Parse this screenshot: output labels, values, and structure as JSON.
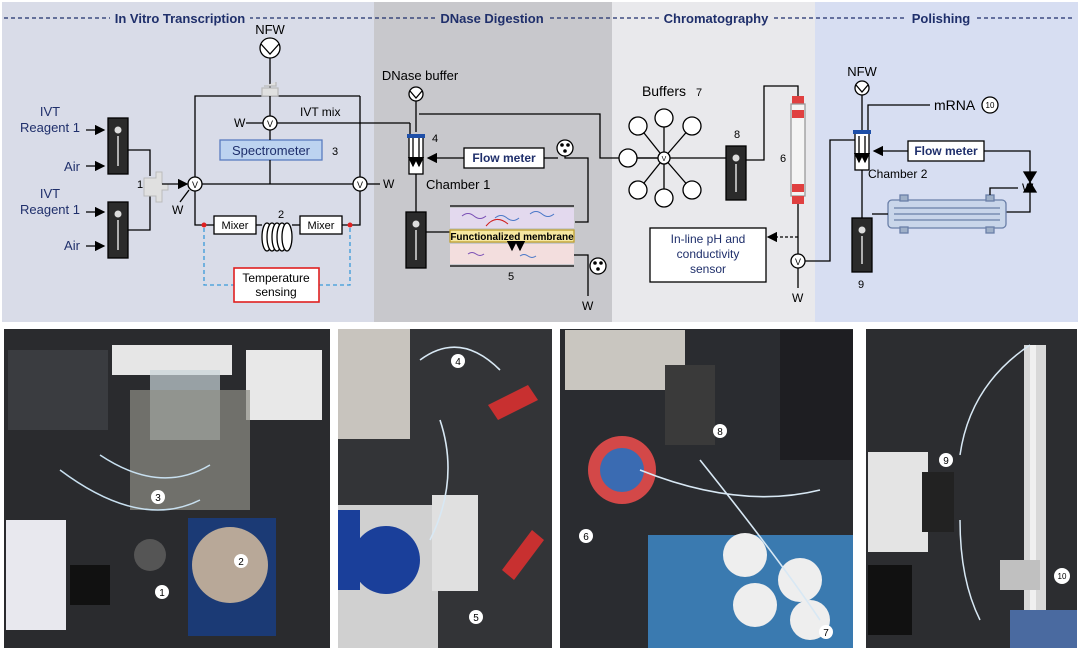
{
  "sections": [
    {
      "title": "In Vitro Transcription",
      "color": "#d9dce8"
    },
    {
      "title": "DNase Digestion",
      "color": "#c8c8cc"
    },
    {
      "title": "Chromatography",
      "color": "#e9e9ec"
    },
    {
      "title": "Polishing",
      "color": "#d7def2"
    }
  ],
  "labels": {
    "nfw": "NFW",
    "ivt_reagent_1a": "IVT\nReagent 1",
    "air_a": "Air",
    "ivt_reagent_1b": "IVT\nReagent 1",
    "air_b": "Air",
    "w": "W",
    "v": "V",
    "ivt_mix": "IVT mix",
    "spectrometer": "Spectrometer",
    "mixer": "Mixer",
    "temperature_sensing": "Temperature\nsensing",
    "dnase_buffer": "DNase buffer",
    "flow_meter": "Flow meter",
    "chamber_1": "Chamber 1",
    "functionalized_membrane": "Functionalized membrane",
    "buffers": "Buffers",
    "inline_sensor": "In-line pH and\nconductivity\nsensor",
    "nfw_polish": "NFW",
    "mrna": "mRNA",
    "chamber_2": "Chamber 2"
  },
  "numbers": [
    "1",
    "2",
    "3",
    "4",
    "5",
    "6",
    "7",
    "8",
    "9",
    "10"
  ],
  "colors": {
    "text_blue": "#1f2f6b",
    "temp_box_border": "#e02020",
    "spectrometer_fill": "#bcd3f0",
    "membrane_fill": "#f6e7a0",
    "chromatography_column": "#e04040",
    "dashed_blue": "#3a9ad9",
    "photo_dark": "#2a2b2e"
  },
  "photos": [
    {
      "name": "ivt-setup-photo",
      "markers": [
        "3",
        "2",
        "1"
      ]
    },
    {
      "name": "dnase-setup-photo",
      "markers": [
        "4",
        "5"
      ]
    },
    {
      "name": "chromatography-setup-photo",
      "markers": [
        "8",
        "6",
        "7"
      ]
    },
    {
      "name": "polishing-setup-photo",
      "markers": [
        "9",
        "10"
      ]
    }
  ]
}
